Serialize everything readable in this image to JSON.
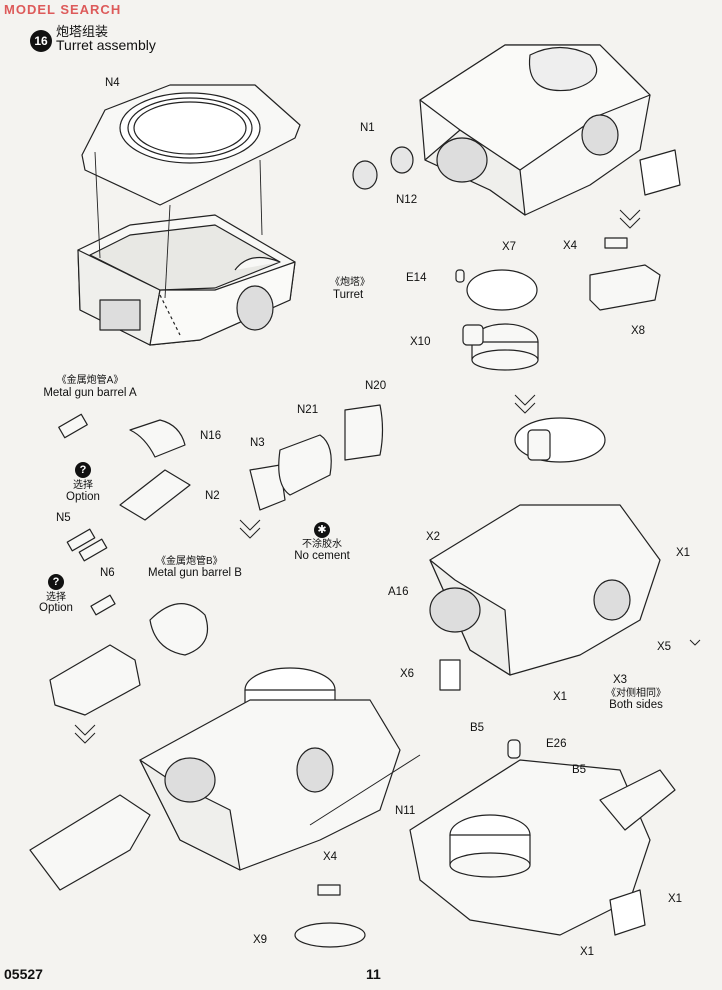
{
  "watermark": "MODEL SEARCH",
  "step": {
    "number": "16",
    "title_cn": "炮塔组装",
    "title_en": "Turret assembly"
  },
  "labels": {
    "N4": "N4",
    "turret_cn": "《炮塔》",
    "turret_en": "Turret",
    "barrel_a_cn": "《金属炮管A》",
    "barrel_a_en": "Metal gun barrel A",
    "option_cn_1": "选择",
    "option_en_1": "Option",
    "N5": "N5",
    "N6": "N6",
    "N16": "N16",
    "N2": "N2",
    "barrel_b_cn": "《金属炮管B》",
    "barrel_b_en": "Metal gun barrel B",
    "option_cn_2": "选择",
    "option_en_2": "Option",
    "N3": "N3",
    "N21": "N21",
    "N20": "N20",
    "no_cement_cn": "不涂胶水",
    "no_cement_en": "No cement",
    "N1": "N1",
    "N12": "N12",
    "E14": "E14",
    "X7": "X7",
    "X10": "X10",
    "X4_top": "X4",
    "X8": "X8",
    "X2": "X2",
    "A16": "A16",
    "X6": "X6",
    "X1_a": "X1",
    "X5": "X5",
    "X3": "X3",
    "X1_b": "X1",
    "both_sides_cn": "《对侧相同》",
    "both_sides_en": "Both sides",
    "N11": "N11",
    "B5_left": "B5",
    "E26": "E26",
    "B5_right": "B5",
    "X1_c": "X1",
    "X1_d": "X1",
    "X4_bottom": "X4",
    "X9": "X9"
  },
  "footer": {
    "code": "05527",
    "page": "11"
  }
}
